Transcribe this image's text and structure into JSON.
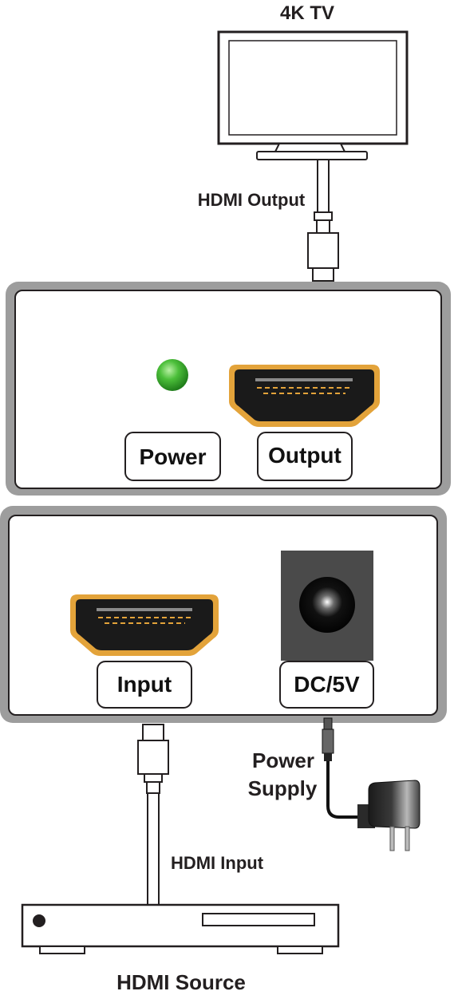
{
  "labels": {
    "tv": "4K TV",
    "hdmi_output": "HDMI Output",
    "power_supply_line1": "Power",
    "power_supply_line2": "Supply",
    "hdmi_input": "HDMI Input",
    "hdmi_source": "HDMI Source"
  },
  "panels": {
    "output_panel": {
      "power_label": "Power",
      "output_label": "Output"
    },
    "input_panel": {
      "input_label": "Input",
      "dc_label": "DC/5V"
    }
  },
  "colors": {
    "panel_border": "#9d9d9d",
    "led": "#4cbf3a",
    "hdmi_port_ring": "#e3a33a",
    "hdmi_port_body": "#1a1a1a",
    "dc_jack_bg": "#4a4a4a"
  }
}
